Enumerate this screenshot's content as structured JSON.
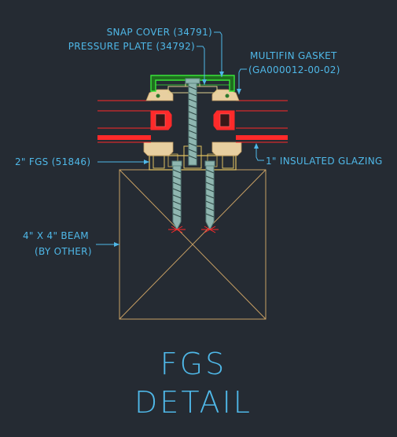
{
  "labels": {
    "snap_cover": "SNAP COVER (34791)",
    "pressure_plate": "PRESSURE PLATE (34792)",
    "gasket_line1": "MULTIFIN GASKET",
    "gasket_line2": "(GA000012-00-02)",
    "fgs": "2\" FGS (51846)",
    "glazing": "1\" INSULATED GLAZING",
    "beam_line1": "4\" X 4\" BEAM",
    "beam_line2": "(BY OTHER)"
  },
  "title": {
    "line1": "FGS",
    "line2": "DETAIL"
  },
  "colors": {
    "background": "#252b33",
    "annotation": "#4fb8e8",
    "snap_cover": "#39e639",
    "glazing": "#ff2a2a",
    "beam": "#c8a064",
    "screw": "#8fb6b0",
    "gasket": "#e8cfa0"
  }
}
